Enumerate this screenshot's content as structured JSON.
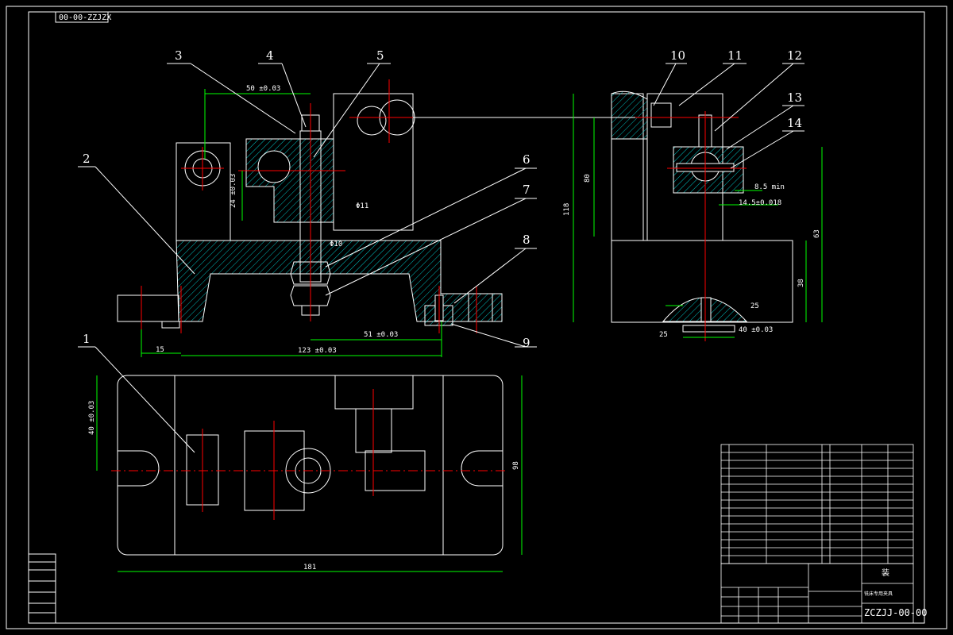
{
  "drawing": {
    "corner_tag": "00-00-ZZJZX",
    "drawing_number": "ZCZJJ-00-00",
    "title_cn": "铣床专用夹具",
    "title_cell": "装",
    "callouts": [
      "1",
      "2",
      "3",
      "4",
      "5",
      "6",
      "7",
      "8",
      "9",
      "10",
      "11",
      "12",
      "13",
      "14"
    ],
    "dimensions": {
      "d1": "50 ±0.03",
      "d2": "24 ±0.03",
      "d3": "Φ11",
      "d4": "Φ10",
      "d5": "51 ±0.03",
      "d6": "15",
      "d7": "123 ±0.03",
      "d8": "40 ±0.03",
      "d9": "181",
      "d10": "98",
      "d11": "118",
      "d12": "80",
      "d13": "38",
      "d14": "63",
      "d15": "8.5 min",
      "d16": "14.5±0.018",
      "d17": "25",
      "d18": "25",
      "d19": "40 ±0.03"
    }
  },
  "colors": {
    "outline": "#ffffff",
    "dimension": "#00ff00",
    "centerline": "#ff0000",
    "hatch": "#00bfbf",
    "leader": "#ffffff"
  }
}
